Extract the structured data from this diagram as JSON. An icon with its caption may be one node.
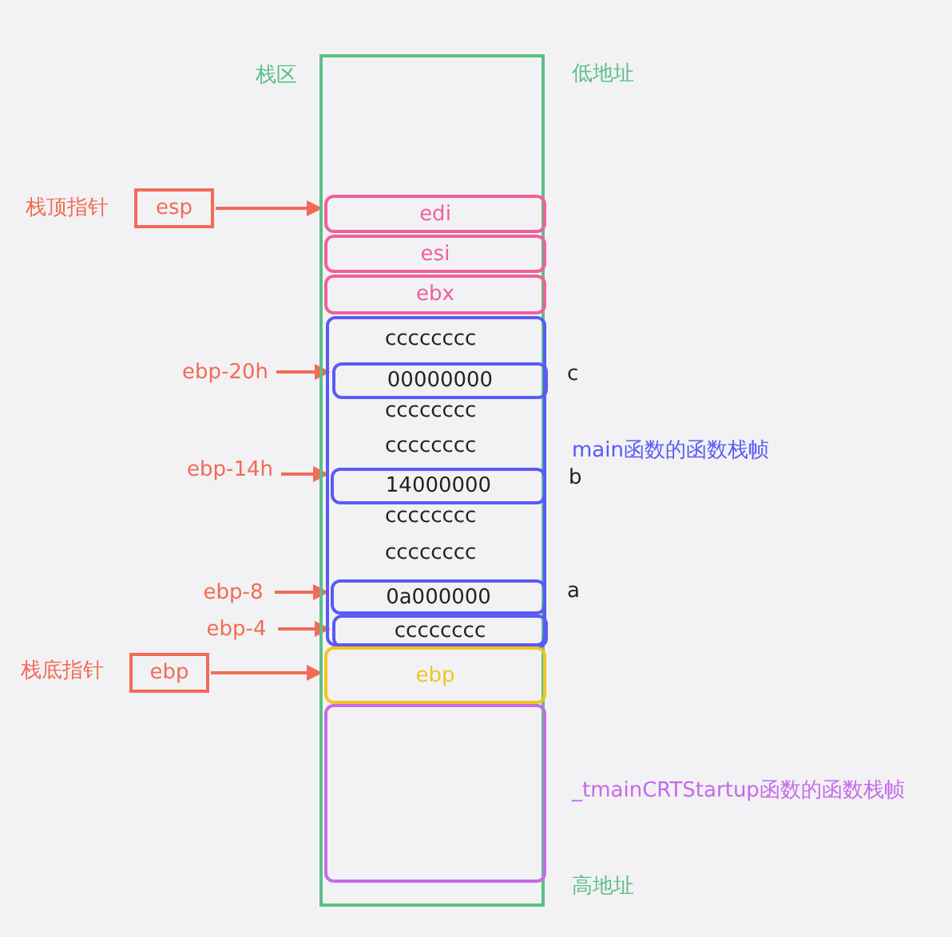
{
  "diagram": {
    "nodes": [
      {
        "text": [
          "栈区"
        ]
      },
      {
        "text": [
          "edi"
        ],
        "in": 0
      },
      {
        "text": [
          "esi"
        ],
        "in": 0
      },
      {
        "text": [
          "ebx"
        ],
        "in": 0
      },
      {
        "text": [],
        "shape": "box",
        "in": 0,
        "beside": [
          "main函数的函数栈帧"
        ]
      },
      {
        "text": [
          "00000000"
        ],
        "in": 4,
        "beside": [
          "c"
        ]
      },
      {
        "text": [
          "14000000"
        ],
        "in": 4,
        "beside": [
          "b"
        ]
      },
      {
        "text": [
          "0a000000"
        ],
        "in": 4,
        "beside": [
          "a"
        ]
      },
      {
        "text": [
          "cccccccc"
        ],
        "in": 4
      },
      {
        "text": [
          "ebp"
        ],
        "in": 0
      },
      {
        "text": [],
        "shape": "box",
        "in": 0,
        "beside": [
          "_tmainCRTStartup函数的函数栈帧"
        ]
      },
      {
        "text": [
          "esp"
        ],
        "beside": [
          "栈顶指针"
        ]
      },
      {
        "text": [
          "ebp"
        ],
        "beside": [
          "栈底指针"
        ]
      },
      {
        "text": [
          "ebp-20h"
        ]
      },
      {
        "text": [
          "ebp-14h"
        ]
      },
      {
        "text": [
          "ebp-8"
        ]
      },
      {
        "text": [
          "ebp-4"
        ]
      }
    ],
    "edges": [
      {
        "from": 11,
        "to": 1,
        "arrow": "to"
      },
      {
        "from": 13,
        "to": 5,
        "arrow": "to"
      },
      {
        "from": 14,
        "to": 6,
        "arrow": "to"
      },
      {
        "from": 15,
        "to": 7,
        "arrow": "to"
      },
      {
        "from": 16,
        "to": 8,
        "arrow": "to"
      },
      {
        "from": 12,
        "to": 9,
        "arrow": "to"
      }
    ],
    "labels": [
      "低地址",
      "cccccccc",
      "cccccccc",
      "cccccccc",
      "cccccccc",
      "cccccccc",
      "高地址"
    ]
  }
}
